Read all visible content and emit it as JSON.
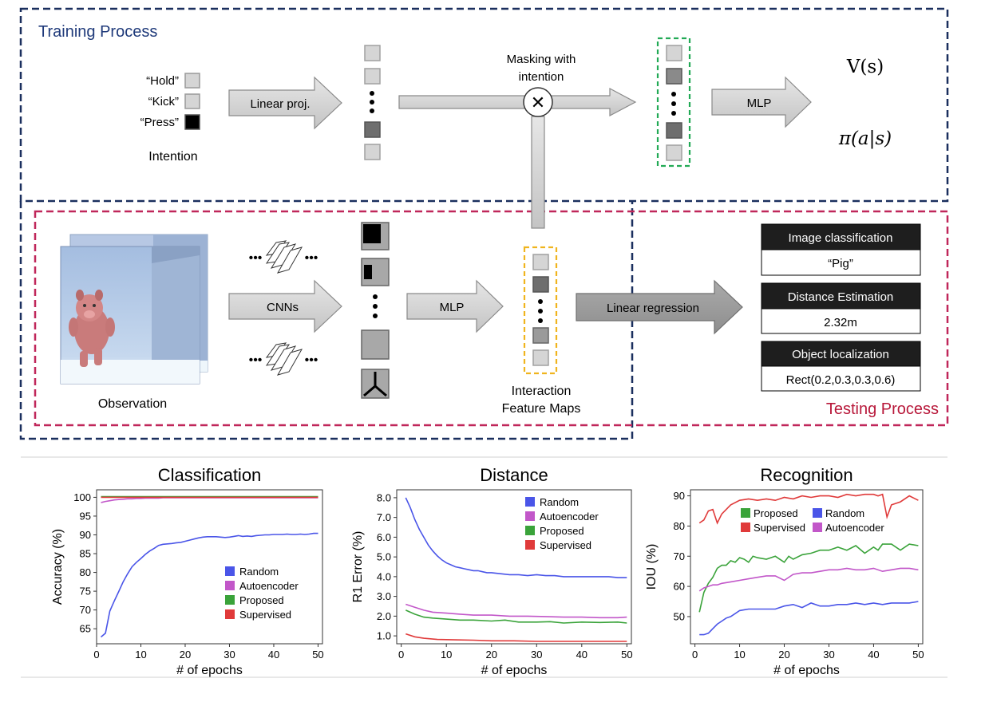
{
  "diagram": {
    "training_title": "Training Process",
    "testing_title": "Testing Process",
    "intents": [
      "“Hold”",
      "“Kick”",
      "“Press”"
    ],
    "intention_label": "Intention",
    "linear_proj_label": "Linear proj.",
    "masking_label": [
      "Masking with",
      "intention"
    ],
    "mlp_label": "MLP",
    "value_label": "V(s)",
    "policy_label": "π(a|s)",
    "observation_label": "Observation",
    "cnn_label": "CNNs",
    "mlp2_label": "MLP",
    "interaction_label": [
      "Interaction",
      "Feature Maps"
    ],
    "linreg_label": "Linear regression",
    "tasks": [
      {
        "title": "Image classification",
        "value": "“Pig”"
      },
      {
        "title": "Distance Estimation",
        "value": "2.32m"
      },
      {
        "title": "Object localization",
        "value": "Rect(0.2,0.3,0.3,0.6)"
      }
    ],
    "colors": {
      "training": "#1a2f5e",
      "testing": "#c0275a",
      "green": "#22aa55",
      "yellow": "#f0b41e"
    }
  },
  "chart_data": [
    {
      "type": "line",
      "title": "Classification",
      "xlabel": "# of epochs",
      "ylabel": "Accuracy (%)",
      "xlim": [
        0,
        51
      ],
      "ylim": [
        61,
        102
      ],
      "xticks": [
        0,
        10,
        20,
        30,
        40,
        50
      ],
      "yticks": [
        65,
        70,
        75,
        80,
        85,
        90,
        95,
        100
      ],
      "legend_position": "lower-right",
      "series": [
        {
          "name": "Random",
          "color": "#4a55e8",
          "x": [
            1,
            2,
            3,
            4,
            5,
            6,
            7,
            8,
            9,
            10,
            11,
            12,
            13,
            14,
            15,
            16,
            17,
            18,
            19,
            20,
            21,
            22,
            23,
            24,
            25,
            26,
            27,
            28,
            29,
            30,
            31,
            32,
            33,
            34,
            35,
            36,
            37,
            38,
            39,
            40,
            41,
            42,
            43,
            44,
            45,
            46,
            47,
            48,
            49,
            50
          ],
          "y": [
            62.8,
            63.8,
            69.7,
            72.4,
            74.9,
            77.5,
            79.6,
            81.5,
            82.7,
            83.7,
            84.8,
            85.7,
            86.4,
            87.2,
            87.5,
            87.6,
            87.7,
            87.9,
            88.0,
            88.3,
            88.6,
            88.9,
            89.2,
            89.4,
            89.5,
            89.5,
            89.5,
            89.4,
            89.3,
            89.4,
            89.6,
            89.8,
            89.6,
            89.7,
            89.6,
            89.8,
            89.9,
            90.0,
            90.0,
            90.1,
            90.1,
            90.1,
            90.2,
            90.1,
            90.1,
            90.2,
            90.1,
            90.2,
            90.4,
            90.4
          ]
        },
        {
          "name": "Autoencoder",
          "color": "#c257c9",
          "x": [
            1,
            2,
            3,
            4,
            5,
            6,
            7,
            8,
            9,
            10,
            11,
            12,
            13,
            14,
            15,
            16,
            17,
            18,
            19,
            20,
            21,
            22,
            23,
            24,
            25,
            26,
            27,
            28,
            29,
            30,
            31,
            32,
            33,
            34,
            35,
            36,
            37,
            38,
            39,
            40,
            41,
            42,
            43,
            44,
            45,
            46,
            47,
            48,
            49,
            50
          ],
          "y": [
            98.6,
            98.9,
            99.1,
            99.3,
            99.4,
            99.5,
            99.6,
            99.6,
            99.7,
            99.7,
            99.8,
            99.8,
            99.8,
            99.8,
            99.9,
            99.9,
            99.9,
            99.9,
            99.9,
            99.9,
            99.9,
            99.9,
            99.9,
            99.9,
            99.9,
            99.9,
            99.9,
            99.9,
            99.9,
            99.9,
            99.9,
            99.9,
            99.9,
            99.9,
            99.9,
            99.9,
            99.9,
            99.9,
            99.9,
            99.9,
            99.9,
            99.9,
            99.9,
            99.9,
            99.9,
            99.9,
            99.9,
            99.9,
            99.9,
            99.9
          ]
        },
        {
          "name": "Proposed",
          "color": "#3aa33a",
          "x": [
            1,
            10,
            20,
            30,
            40,
            50
          ],
          "y": [
            100.2,
            100.2,
            100.2,
            100.2,
            100.2,
            100.2
          ]
        },
        {
          "name": "Supervised",
          "color": "#e03a3a",
          "x": [
            1,
            10,
            20,
            30,
            40,
            50
          ],
          "y": [
            100.0,
            100.0,
            100.0,
            100.0,
            100.0,
            100.0
          ]
        }
      ]
    },
    {
      "type": "line",
      "title": "Distance",
      "xlabel": "# of epochs",
      "ylabel": "R1 Error (%)",
      "xlim": [
        -1,
        51
      ],
      "ylim": [
        0.6,
        8.4
      ],
      "xticks": [
        0,
        10,
        20,
        30,
        40,
        50
      ],
      "yticks": [
        "1.0",
        "2.0",
        "3.0",
        "4.0",
        "5.0",
        "6.0",
        "7.0",
        "8.0"
      ],
      "legend_position": "top-right",
      "series": [
        {
          "name": "Random",
          "color": "#4a55e8",
          "x": [
            1,
            2,
            3,
            4,
            5,
            6,
            7,
            8,
            9,
            10,
            11,
            12,
            13,
            14,
            15,
            16,
            17,
            18,
            19,
            20,
            22,
            24,
            26,
            28,
            30,
            32,
            34,
            36,
            38,
            40,
            42,
            44,
            46,
            48,
            50
          ],
          "y": [
            8.0,
            7.5,
            6.9,
            6.4,
            6.0,
            5.6,
            5.3,
            5.05,
            4.85,
            4.7,
            4.6,
            4.5,
            4.45,
            4.4,
            4.35,
            4.3,
            4.3,
            4.25,
            4.2,
            4.2,
            4.15,
            4.1,
            4.1,
            4.05,
            4.1,
            4.05,
            4.05,
            4.0,
            4.0,
            4.0,
            4.0,
            4.0,
            4.0,
            3.95,
            3.95
          ]
        },
        {
          "name": "Autoencoder",
          "color": "#c257c9",
          "x": [
            1,
            3,
            5,
            7,
            10,
            13,
            16,
            20,
            24,
            28,
            32,
            36,
            40,
            44,
            48,
            50
          ],
          "y": [
            2.6,
            2.45,
            2.3,
            2.2,
            2.15,
            2.1,
            2.05,
            2.05,
            2.0,
            2.0,
            1.98,
            1.95,
            1.95,
            1.92,
            1.92,
            1.95
          ]
        },
        {
          "name": "Proposed",
          "color": "#3aa33a",
          "x": [
            1,
            3,
            5,
            7,
            10,
            13,
            16,
            20,
            23,
            26,
            30,
            33,
            36,
            40,
            44,
            48,
            50
          ],
          "y": [
            2.3,
            2.1,
            1.95,
            1.9,
            1.85,
            1.8,
            1.8,
            1.75,
            1.8,
            1.7,
            1.7,
            1.72,
            1.65,
            1.7,
            1.68,
            1.7,
            1.65
          ]
        },
        {
          "name": "Supervised",
          "color": "#e03a3a",
          "x": [
            1,
            3,
            5,
            8,
            12,
            16,
            20,
            25,
            30,
            35,
            40,
            45,
            50
          ],
          "y": [
            1.1,
            0.95,
            0.88,
            0.82,
            0.8,
            0.78,
            0.75,
            0.75,
            0.72,
            0.72,
            0.72,
            0.72,
            0.72
          ]
        }
      ]
    },
    {
      "type": "line",
      "title": "Recognition",
      "xlabel": "# of epochs",
      "ylabel": "IOU (%)",
      "xlim": [
        -1,
        51
      ],
      "ylim": [
        41,
        92
      ],
      "xticks": [
        0,
        10,
        20,
        30,
        40,
        50
      ],
      "yticks": [
        50,
        60,
        70,
        80,
        90
      ],
      "legend_position": "upper-middle",
      "series": [
        {
          "name": "Proposed",
          "color": "#3aa33a",
          "x": [
            1,
            2,
            3,
            4,
            5,
            6,
            7,
            8,
            9,
            10,
            11,
            12,
            13,
            14,
            16,
            18,
            20,
            21,
            22,
            24,
            26,
            28,
            30,
            32,
            34,
            36,
            38,
            40,
            41,
            42,
            44,
            46,
            48,
            50
          ],
          "y": [
            51.5,
            58,
            61,
            63,
            66,
            67,
            67,
            68.5,
            68,
            69.5,
            69,
            68,
            70,
            69.5,
            69,
            70,
            68,
            70,
            69,
            70.5,
            71,
            72,
            72,
            73,
            72,
            73.5,
            71,
            73,
            72,
            74,
            74,
            72,
            74,
            73.5
          ]
        },
        {
          "name": "Supervised",
          "color": "#e03a3a",
          "x": [
            1,
            2,
            3,
            4,
            5,
            6,
            8,
            10,
            12,
            14,
            16,
            18,
            20,
            22,
            24,
            26,
            28,
            30,
            32,
            34,
            36,
            38,
            40,
            41,
            42,
            43,
            44,
            46,
            48,
            50
          ],
          "y": [
            81,
            82,
            85,
            85.5,
            81,
            84,
            87,
            88.5,
            89,
            88.5,
            89,
            88.5,
            89.5,
            89,
            90,
            89.5,
            90,
            90,
            89.5,
            90.5,
            90,
            90.5,
            90.5,
            90,
            90.5,
            83,
            87,
            88,
            90,
            88.5
          ]
        },
        {
          "name": "Random",
          "color": "#4a55e8",
          "x": [
            1,
            2,
            3,
            4,
            5,
            6,
            7,
            8,
            9,
            10,
            12,
            14,
            16,
            18,
            20,
            22,
            24,
            26,
            28,
            30,
            32,
            34,
            36,
            38,
            40,
            42,
            44,
            46,
            48,
            50
          ],
          "y": [
            44,
            44,
            44.5,
            46,
            47.5,
            48.5,
            49.5,
            50,
            51,
            52,
            52.5,
            52.5,
            52.5,
            52.5,
            53.5,
            54,
            53,
            54.5,
            53.5,
            53.5,
            54,
            54,
            54.5,
            54,
            54.5,
            54,
            54.5,
            54.5,
            54.5,
            55
          ]
        },
        {
          "name": "Autoencoder",
          "color": "#c257c9",
          "x": [
            1,
            2,
            3,
            4,
            5,
            6,
            8,
            10,
            12,
            14,
            16,
            18,
            20,
            22,
            24,
            26,
            28,
            30,
            32,
            34,
            36,
            38,
            40,
            42,
            44,
            46,
            48,
            50
          ],
          "y": [
            58.5,
            59.5,
            60,
            60.5,
            60.5,
            61,
            61.5,
            62,
            62.5,
            63,
            63.5,
            63.5,
            62,
            64,
            64.5,
            64.5,
            65,
            65.5,
            65.5,
            66,
            65.5,
            65.5,
            66,
            65,
            65.5,
            66,
            66,
            65.5
          ]
        }
      ]
    }
  ]
}
